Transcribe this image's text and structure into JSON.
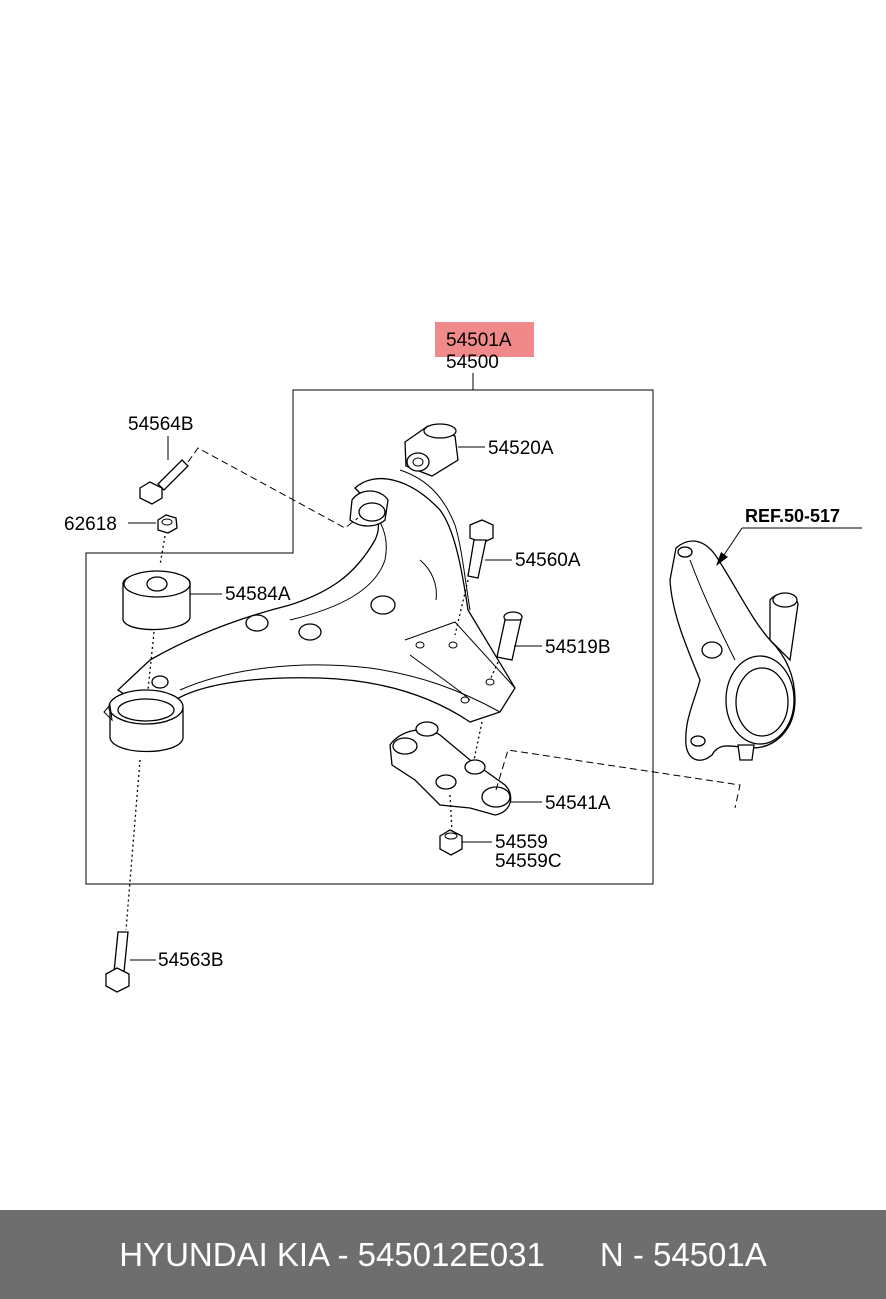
{
  "callouts": {
    "main_highlighted": "54501A",
    "main": "54500",
    "p54564B": "54564B",
    "p62618": "62618",
    "p54584A": "54584A",
    "p54520A": "54520A",
    "p54560A": "54560A",
    "p54519B": "54519B",
    "p54541A": "54541A",
    "p54559": "54559",
    "p54559C": "54559C",
    "p54563B": "54563B",
    "ref": "REF.50-517"
  },
  "highlight_color": "#f08a8a",
  "footer": {
    "brand_part": "HYUNDAI KIA - 545012E031",
    "ref_part": "N - 54501A",
    "background": "#6e6e6e"
  }
}
